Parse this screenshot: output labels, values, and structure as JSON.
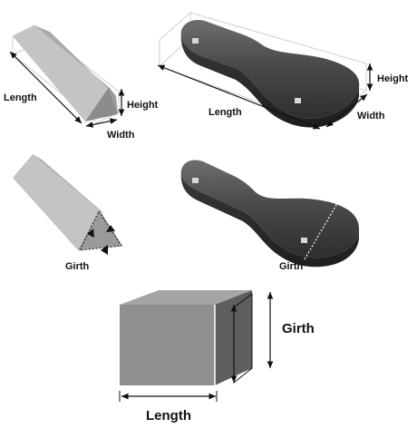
{
  "labels": {
    "prism_length": "Length",
    "prism_height": "Height",
    "prism_width": "Width",
    "case_height": "Height",
    "case_length": "Length",
    "case_width": "Width",
    "prism_girth": "Girth",
    "case_girth": "Girth",
    "box_girth": "Girth",
    "box_length": "Length"
  },
  "colors": {
    "prism_light": "#c4c4c4",
    "prism_mid": "#a9a9a9",
    "prism_dark": "#8c8c8c",
    "case_body": "#454545",
    "case_highlight": "#6a6a6a",
    "box_front": "#8f8f8f",
    "box_top": "#a5a5a5",
    "box_side": "#5e5e5e",
    "outline": "#c8c8c8",
    "text": "#111111"
  }
}
